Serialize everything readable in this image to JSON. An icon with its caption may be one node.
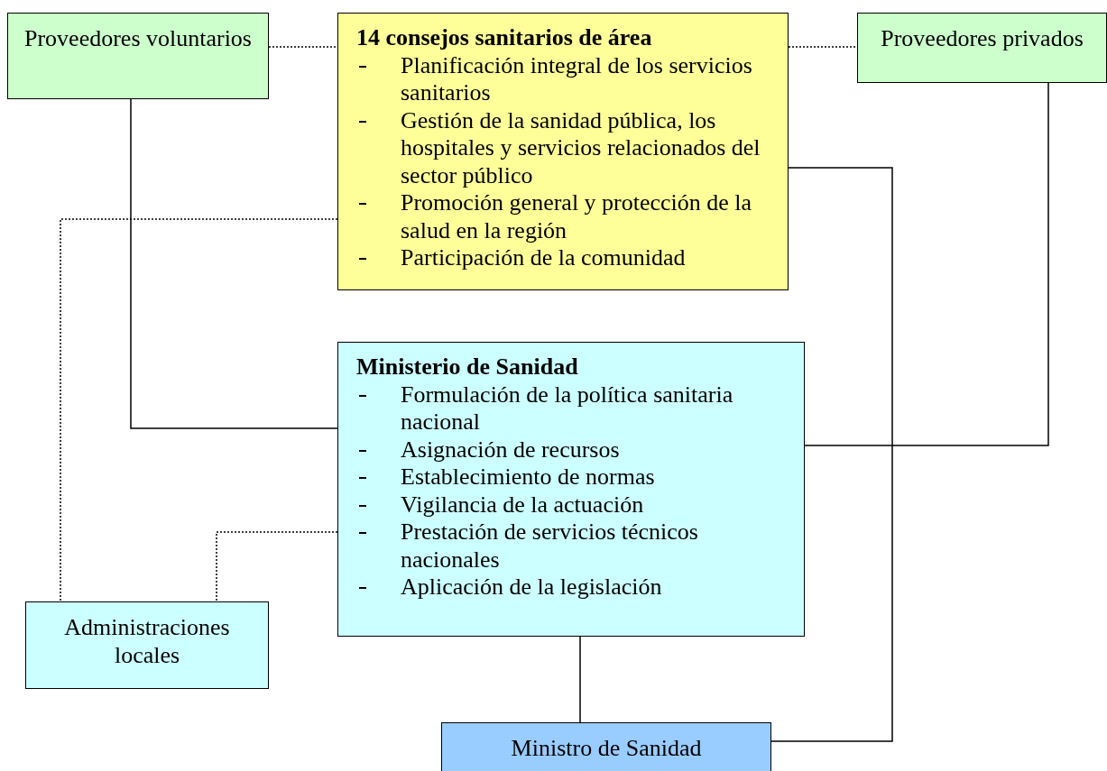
{
  "diagram": {
    "nodes": [
      {
        "text": [
          "Proveedores voluntarios"
        ]
      },
      {
        "text": [
          "14 consejos sanitarios de área",
          "Planificación integral de los servicios sanitarios",
          "Gestión de la sanidad pública, los hospitales y servicios relacionados del sector público",
          "Promoción general y protección de la salud en la región",
          "Participación de la comunidad"
        ]
      },
      {
        "text": [
          "Proveedores privados"
        ]
      },
      {
        "text": [
          "Ministerio de Sanidad",
          "Formulación de la política sanitaria nacional",
          "Asignación de recursos",
          "Establecimiento de normas",
          "Vigilancia de la actuación",
          "Prestación de servicios técnicos nacionales",
          "Aplicación de la legislación"
        ]
      },
      {
        "text": [
          "Administraciones locales"
        ]
      },
      {
        "text": [
          "Ministro de Sanidad"
        ]
      }
    ],
    "edges": [
      {
        "from": 0,
        "to": 1,
        "arrow": "none",
        "style": "dashed"
      },
      {
        "from": 1,
        "to": 2,
        "arrow": "none",
        "style": "dashed"
      },
      {
        "from": 0,
        "to": 3,
        "arrow": "none"
      },
      {
        "from": 1,
        "to": 4,
        "arrow": "none",
        "style": "dashed"
      },
      {
        "from": 3,
        "to": 4,
        "arrow": "none",
        "style": "dashed"
      },
      {
        "from": 1,
        "to": 5,
        "arrow": "none"
      },
      {
        "from": 3,
        "to": 2,
        "arrow": "none"
      },
      {
        "from": 3,
        "to": 5,
        "arrow": "none"
      }
    ]
  }
}
